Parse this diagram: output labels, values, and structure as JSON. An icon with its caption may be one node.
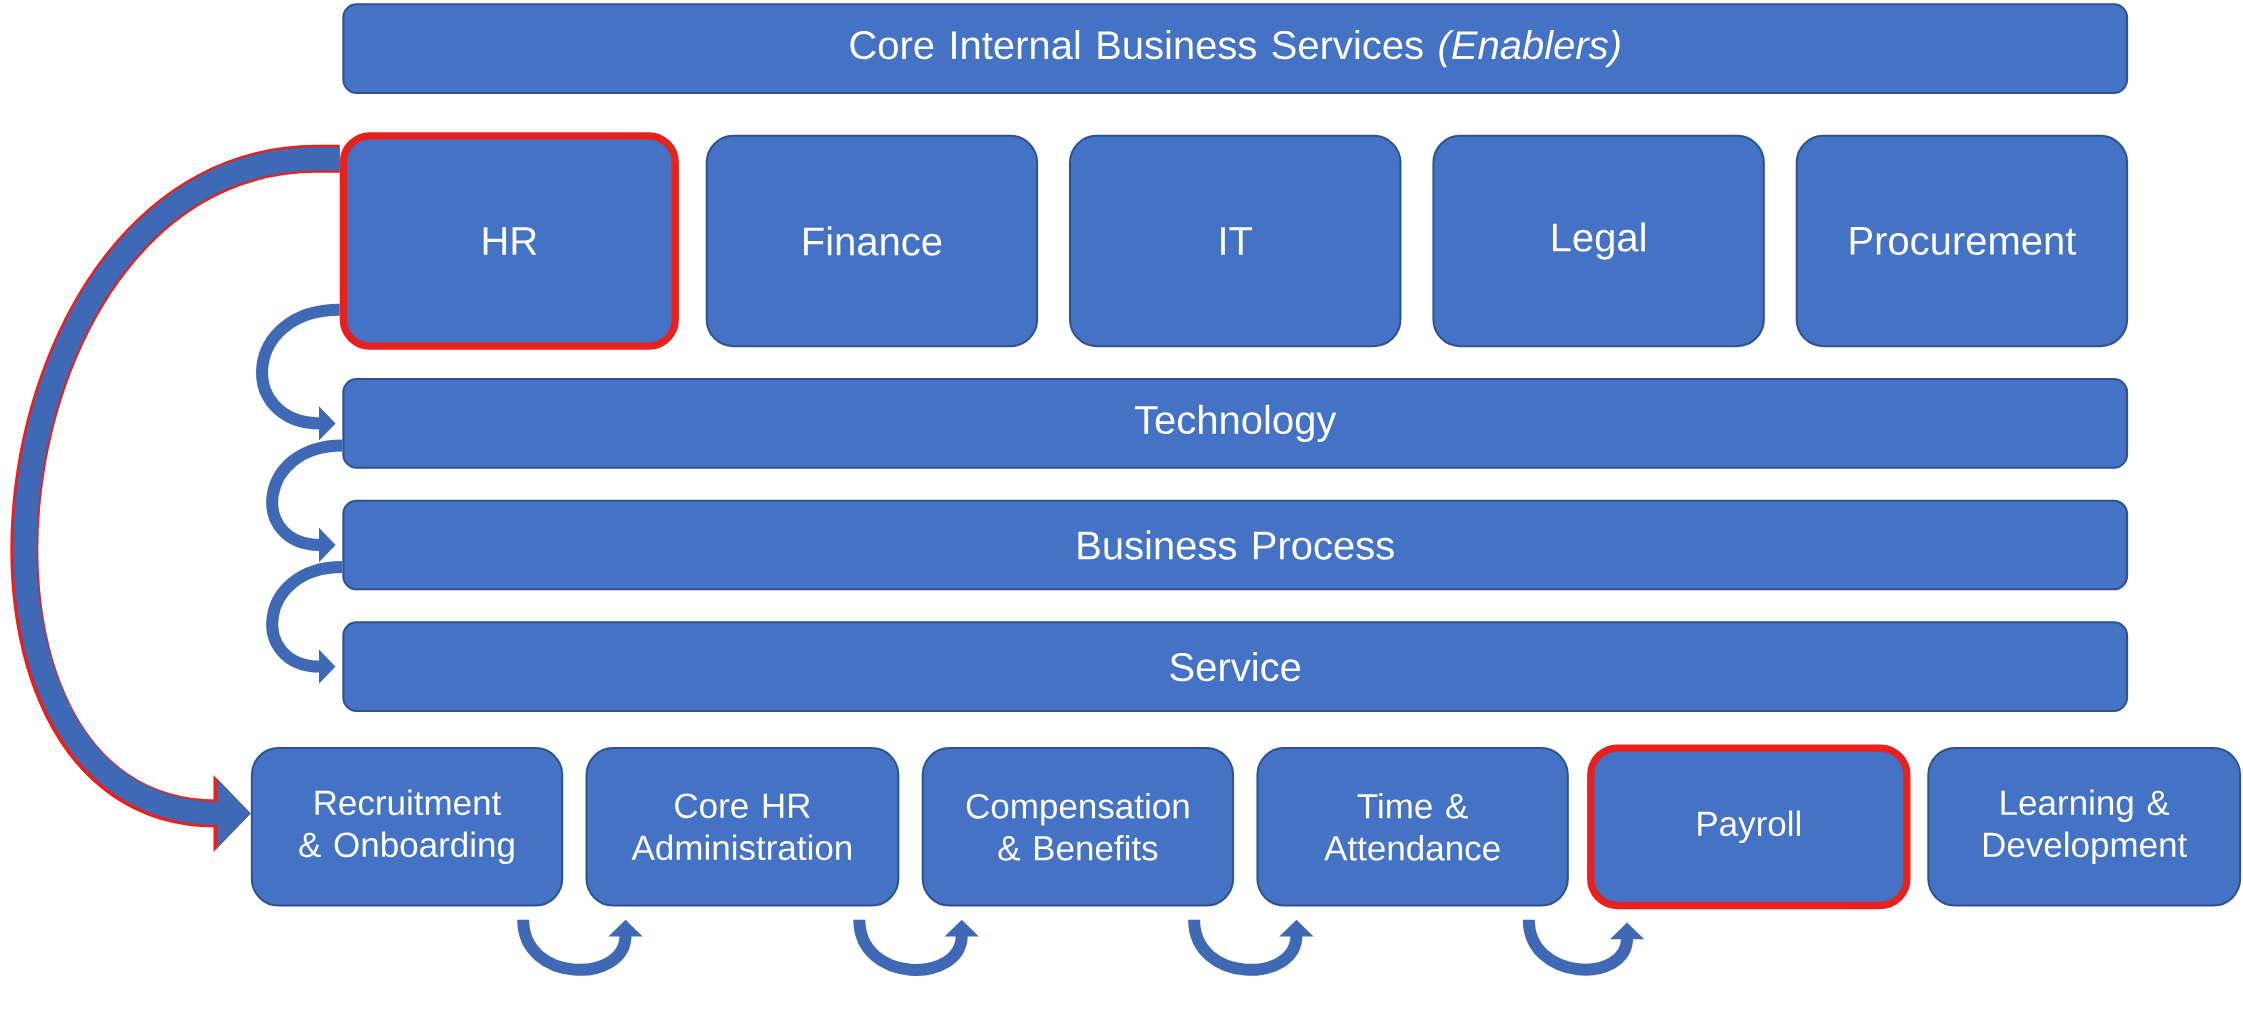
{
  "diagram": {
    "nodes": [
      {
        "text": [
          "Core Internal Business Services *(Enablers)*"
        ]
      },
      {
        "text": [
          "HR"
        ]
      },
      {
        "text": [
          "Finance"
        ]
      },
      {
        "text": [
          "IT"
        ]
      },
      {
        "text": [
          "Legal"
        ]
      },
      {
        "text": [
          "Procurement"
        ]
      },
      {
        "text": [
          "Technology"
        ]
      },
      {
        "text": [
          "Business Process"
        ]
      },
      {
        "text": [
          "Service"
        ]
      },
      {
        "text": [
          "Recruitment & Onboarding"
        ]
      },
      {
        "text": [
          "Core HR Administration"
        ]
      },
      {
        "text": [
          "Compensation & Benefits"
        ]
      },
      {
        "text": [
          "Time & Attendance"
        ]
      },
      {
        "text": [
          "Payroll"
        ]
      },
      {
        "text": [
          "Learning & Development"
        ]
      }
    ],
    "edges": [
      {
        "from": 1,
        "to": 9,
        "arrow": "to",
        "style": "thick",
        "color": "#e8201e"
      },
      {
        "from": 1,
        "to": 6,
        "arrow": "to"
      },
      {
        "from": 6,
        "to": 7,
        "arrow": "to"
      },
      {
        "from": 7,
        "to": 8,
        "arrow": "to"
      },
      {
        "from": 9,
        "to": 10,
        "arrow": "to"
      },
      {
        "from": 10,
        "to": 11,
        "arrow": "to"
      },
      {
        "from": 11,
        "to": 12,
        "arrow": "to"
      },
      {
        "from": 12,
        "to": 13,
        "arrow": "to"
      }
    ]
  }
}
